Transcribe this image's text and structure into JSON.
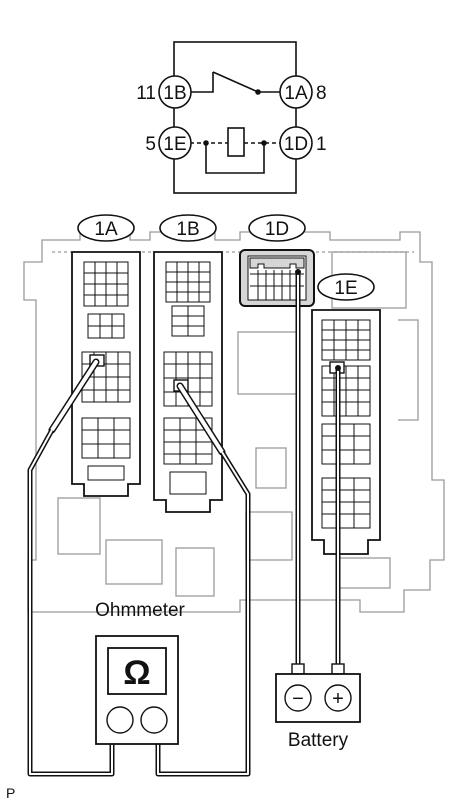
{
  "schematic": {
    "pins": [
      {
        "name": "1B",
        "number": "11"
      },
      {
        "name": "1A",
        "number": "8"
      },
      {
        "name": "1E",
        "number": "5"
      },
      {
        "name": "1D",
        "number": "1"
      }
    ]
  },
  "connectors": [
    {
      "name": "1A"
    },
    {
      "name": "1B"
    },
    {
      "name": "1D"
    },
    {
      "name": "1E"
    }
  ],
  "ohmmeter": {
    "label": "Ohmmeter",
    "symbol": "Ω"
  },
  "battery": {
    "label": "Battery",
    "negative": "−",
    "positive": "+"
  },
  "corner_mark": "P",
  "colors": {
    "line": "#111111",
    "outline_gray": "#9a9a9a",
    "fill_gray": "#d6d6d6"
  }
}
